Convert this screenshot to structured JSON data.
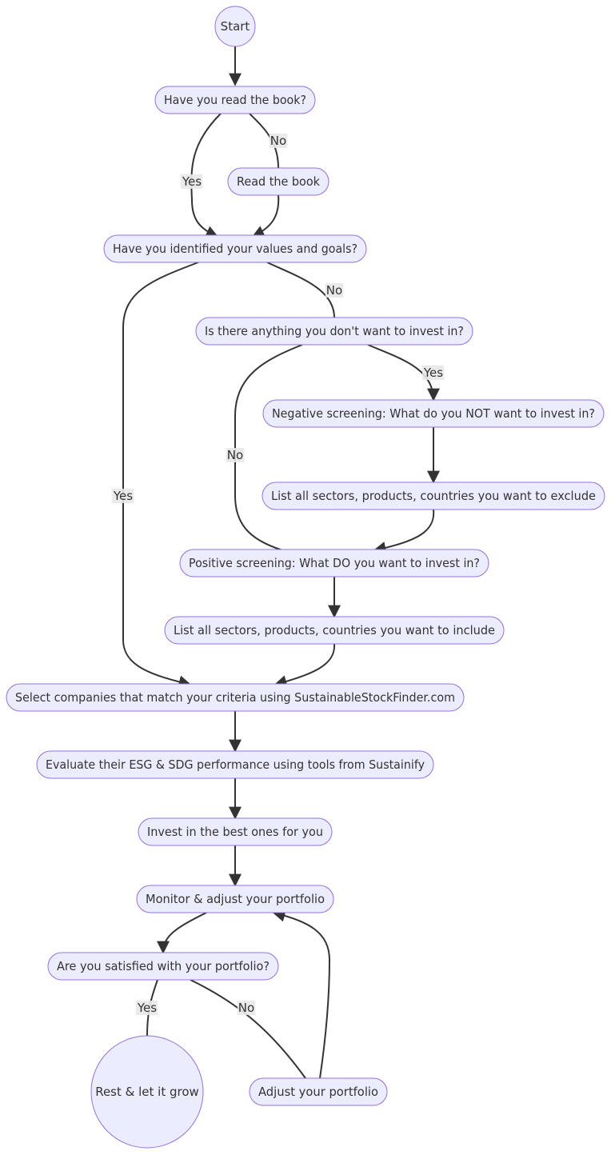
{
  "nodes": [
    {
      "id": "start",
      "label": "Start",
      "shape": "circle"
    },
    {
      "id": "read_q",
      "label": "Have you read the book?",
      "shape": "rounded"
    },
    {
      "id": "read",
      "label": "Read the book",
      "shape": "rounded"
    },
    {
      "id": "values_q",
      "label": "Have you identified your values and goals?",
      "shape": "rounded"
    },
    {
      "id": "exclude_q",
      "label": "Is there anything you don't want to invest in?",
      "shape": "rounded"
    },
    {
      "id": "neg",
      "label": "Negative screening: What do you NOT want to invest in?",
      "shape": "rounded"
    },
    {
      "id": "excl_list",
      "label": "List all sectors, products, countries you want to exclude",
      "shape": "rounded"
    },
    {
      "id": "pos",
      "label": "Positive screening: What DO you want to invest in?",
      "shape": "rounded"
    },
    {
      "id": "incl_list",
      "label": "List all sectors, products, countries you want to include",
      "shape": "rounded"
    },
    {
      "id": "select",
      "label": "Select companies that match your criteria using SustainableStockFinder.com",
      "shape": "rounded"
    },
    {
      "id": "evaluate",
      "label": "Evaluate their ESG & SDG performance using tools from Sustainify",
      "shape": "rounded"
    },
    {
      "id": "invest",
      "label": "Invest in the best ones for you",
      "shape": "rounded"
    },
    {
      "id": "monitor",
      "label": "Monitor & adjust your portfolio",
      "shape": "rounded"
    },
    {
      "id": "satisfied_q",
      "label": "Are you satisfied with your portfolio?",
      "shape": "rounded"
    },
    {
      "id": "rest",
      "label": "Rest & let it grow",
      "shape": "circle"
    },
    {
      "id": "adjust",
      "label": "Adjust your portfolio",
      "shape": "rounded"
    }
  ],
  "edges": [
    {
      "from": "start",
      "to": "read_q",
      "label": ""
    },
    {
      "from": "read_q",
      "to": "values_q",
      "label": "Yes"
    },
    {
      "from": "read_q",
      "to": "read",
      "label": "No"
    },
    {
      "from": "read",
      "to": "values_q",
      "label": ""
    },
    {
      "from": "values_q",
      "to": "select",
      "label": "Yes"
    },
    {
      "from": "values_q",
      "to": "exclude_q",
      "label": "No"
    },
    {
      "from": "exclude_q",
      "to": "neg",
      "label": "Yes"
    },
    {
      "from": "exclude_q",
      "to": "pos",
      "label": "No"
    },
    {
      "from": "neg",
      "to": "excl_list",
      "label": ""
    },
    {
      "from": "excl_list",
      "to": "pos",
      "label": ""
    },
    {
      "from": "pos",
      "to": "incl_list",
      "label": ""
    },
    {
      "from": "incl_list",
      "to": "select",
      "label": ""
    },
    {
      "from": "select",
      "to": "evaluate",
      "label": ""
    },
    {
      "from": "evaluate",
      "to": "invest",
      "label": ""
    },
    {
      "from": "invest",
      "to": "monitor",
      "label": ""
    },
    {
      "from": "monitor",
      "to": "satisfied_q",
      "label": ""
    },
    {
      "from": "satisfied_q",
      "to": "rest",
      "label": "Yes"
    },
    {
      "from": "satisfied_q",
      "to": "adjust",
      "label": "No"
    },
    {
      "from": "adjust",
      "to": "monitor",
      "label": ""
    }
  ]
}
